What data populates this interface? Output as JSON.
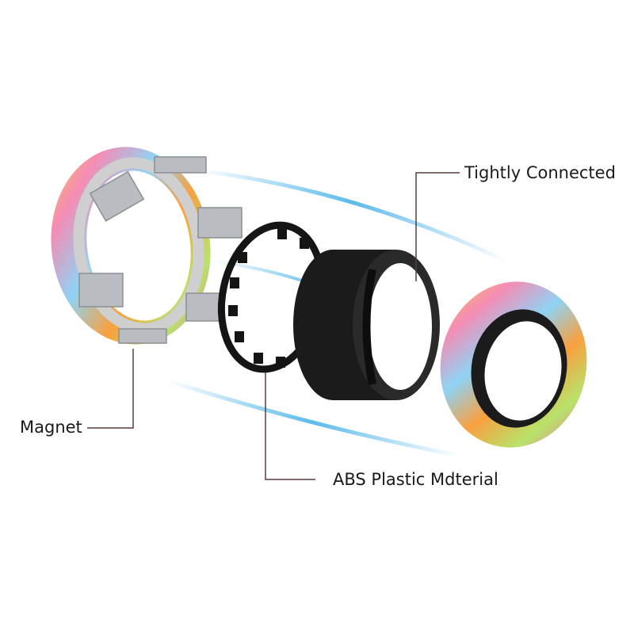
{
  "labels": {
    "tightly_connected": "Tightly Connected",
    "magnet": "Magnet",
    "abs_plastic": "ABS Plastic Mdterial"
  },
  "colors": {
    "leader_line": "#5a3b3b",
    "swoosh": "#4ab3e8",
    "black_part": "#151515"
  }
}
